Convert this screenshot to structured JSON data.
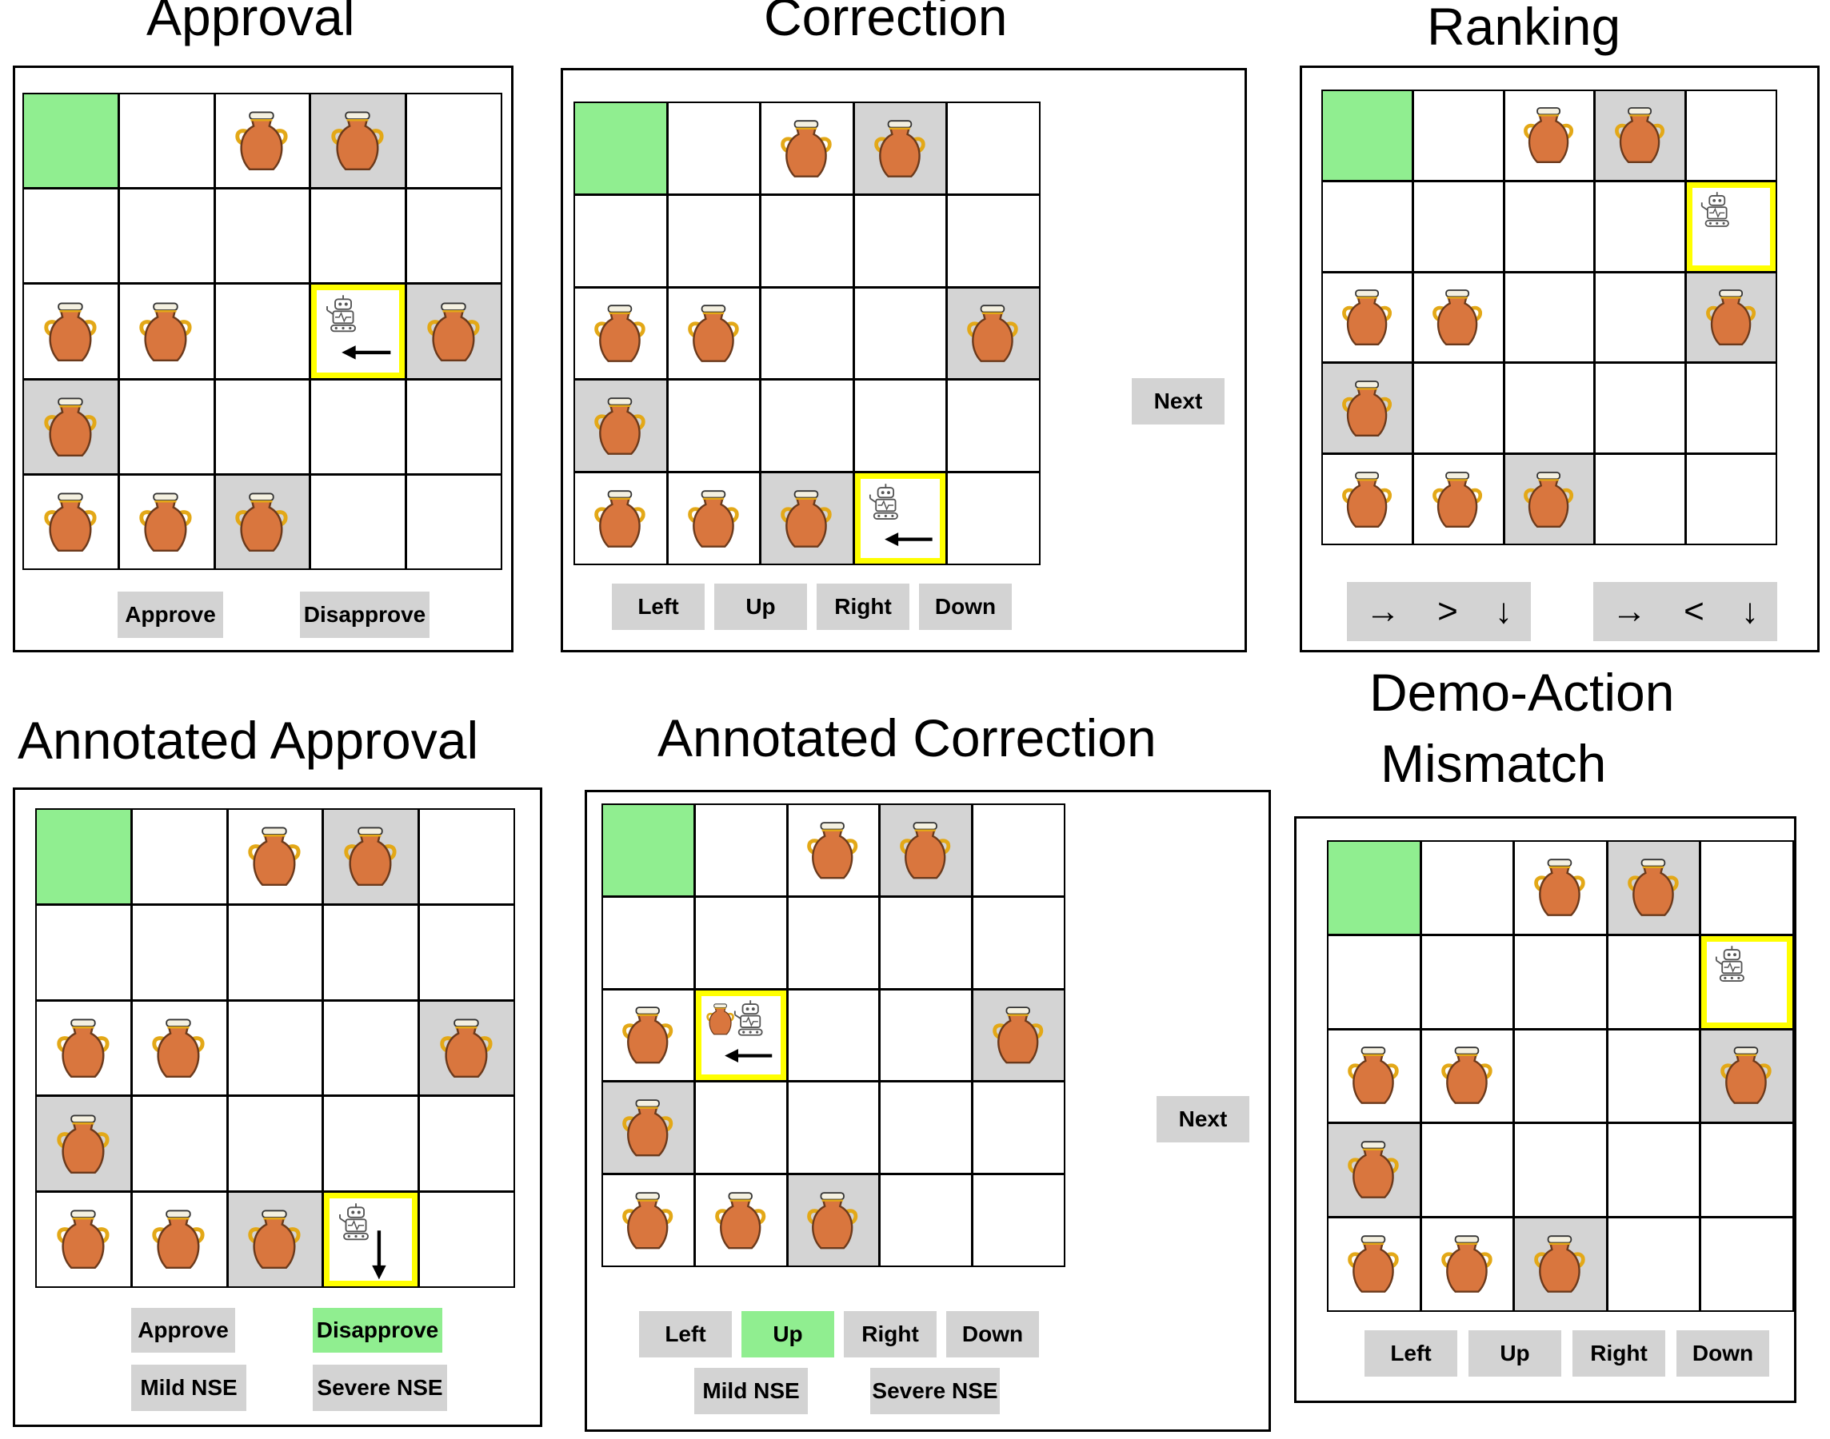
{
  "panels": [
    {
      "id": "approval",
      "title": "Approval",
      "grid": {
        "goal": [
          [
            0,
            0
          ]
        ],
        "vases": [
          [
            0,
            2
          ],
          [
            0,
            3
          ],
          [
            2,
            0
          ],
          [
            2,
            1
          ],
          [
            2,
            4
          ],
          [
            3,
            0
          ],
          [
            4,
            0
          ],
          [
            4,
            1
          ],
          [
            4,
            2
          ]
        ],
        "shaded": [
          [
            0,
            3
          ],
          [
            2,
            4
          ],
          [
            3,
            0
          ],
          [
            4,
            2
          ]
        ],
        "agent": {
          "cell": [
            2,
            3
          ],
          "arrow": "left",
          "carrying_vase": false
        }
      },
      "buttons": [
        "Approve",
        "Disapprove"
      ]
    },
    {
      "id": "correction",
      "title": "Correction",
      "grid": {
        "goal": [
          [
            0,
            0
          ]
        ],
        "vases": [
          [
            0,
            2
          ],
          [
            0,
            3
          ],
          [
            2,
            0
          ],
          [
            2,
            1
          ],
          [
            2,
            4
          ],
          [
            3,
            0
          ],
          [
            4,
            0
          ],
          [
            4,
            1
          ],
          [
            4,
            2
          ]
        ],
        "shaded": [
          [
            0,
            3
          ],
          [
            2,
            4
          ],
          [
            3,
            0
          ],
          [
            4,
            2
          ]
        ],
        "agent": {
          "cell": [
            4,
            3
          ],
          "arrow": "left",
          "carrying_vase": false
        }
      },
      "buttons": [
        "Left",
        "Up",
        "Right",
        "Down"
      ],
      "next_label": "Next"
    },
    {
      "id": "ranking",
      "title": "Ranking",
      "grid": {
        "goal": [
          [
            0,
            0
          ]
        ],
        "vases": [
          [
            0,
            2
          ],
          [
            0,
            3
          ],
          [
            2,
            0
          ],
          [
            2,
            1
          ],
          [
            2,
            4
          ],
          [
            3,
            0
          ],
          [
            4,
            0
          ],
          [
            4,
            1
          ],
          [
            4,
            2
          ]
        ],
        "shaded": [
          [
            0,
            3
          ],
          [
            2,
            4
          ],
          [
            3,
            0
          ],
          [
            4,
            2
          ]
        ],
        "agent": {
          "cell": [
            1,
            4
          ],
          "arrow": null,
          "carrying_vase": false
        }
      },
      "rank_buttons": [
        {
          "left": "→",
          "op": ">",
          "right": "↓"
        },
        {
          "left": "→",
          "op": "<",
          "right": "↓"
        }
      ]
    },
    {
      "id": "annotated-approval",
      "title": "Annotated Approval",
      "grid": {
        "goal": [
          [
            0,
            0
          ]
        ],
        "vases": [
          [
            0,
            2
          ],
          [
            0,
            3
          ],
          [
            2,
            0
          ],
          [
            2,
            1
          ],
          [
            2,
            4
          ],
          [
            3,
            0
          ],
          [
            4,
            0
          ],
          [
            4,
            1
          ],
          [
            4,
            2
          ]
        ],
        "shaded": [
          [
            0,
            3
          ],
          [
            2,
            4
          ],
          [
            3,
            0
          ],
          [
            4,
            2
          ]
        ],
        "agent": {
          "cell": [
            4,
            3
          ],
          "arrow": "down",
          "carrying_vase": false
        }
      },
      "buttons": [
        "Approve",
        "Disapprove",
        "Mild NSE",
        "Severe NSE"
      ],
      "selected": "Disapprove"
    },
    {
      "id": "annotated-correction",
      "title": "Annotated Correction",
      "grid": {
        "goal": [
          [
            0,
            0
          ]
        ],
        "vases": [
          [
            0,
            2
          ],
          [
            0,
            3
          ],
          [
            2,
            0
          ],
          [
            2,
            4
          ],
          [
            3,
            0
          ],
          [
            4,
            0
          ],
          [
            4,
            1
          ],
          [
            4,
            2
          ]
        ],
        "shaded": [
          [
            0,
            3
          ],
          [
            2,
            4
          ],
          [
            3,
            0
          ],
          [
            4,
            2
          ]
        ],
        "agent": {
          "cell": [
            2,
            1
          ],
          "arrow": "left",
          "carrying_vase": true
        }
      },
      "buttons": [
        "Left",
        "Up",
        "Right",
        "Down",
        "Mild NSE",
        "Severe NSE"
      ],
      "selected": "Up",
      "next_label": "Next"
    },
    {
      "id": "demo-action-mismatch",
      "title_line1": "Demo-Action",
      "title_line2": "Mismatch",
      "grid": {
        "goal": [
          [
            0,
            0
          ]
        ],
        "vases": [
          [
            0,
            2
          ],
          [
            0,
            3
          ],
          [
            2,
            0
          ],
          [
            2,
            1
          ],
          [
            2,
            4
          ],
          [
            3,
            0
          ],
          [
            4,
            0
          ],
          [
            4,
            1
          ],
          [
            4,
            2
          ]
        ],
        "shaded": [
          [
            0,
            3
          ],
          [
            2,
            4
          ],
          [
            3,
            0
          ],
          [
            4,
            2
          ]
        ],
        "agent": {
          "cell": [
            1,
            4
          ],
          "arrow": null,
          "carrying_vase": false
        }
      },
      "buttons": [
        "Left",
        "Up",
        "Right",
        "Down"
      ]
    }
  ],
  "colors": {
    "goal": "#90ee90",
    "shaded": "#d4d4d4",
    "agent_border": "#ffff00",
    "button": "#d3d3d3",
    "button_selected": "#90ee90",
    "vase": "#d9763e"
  },
  "icons": {
    "vase": "vase-icon",
    "robot": "robot-icon",
    "arrow": "arrow-icon"
  }
}
